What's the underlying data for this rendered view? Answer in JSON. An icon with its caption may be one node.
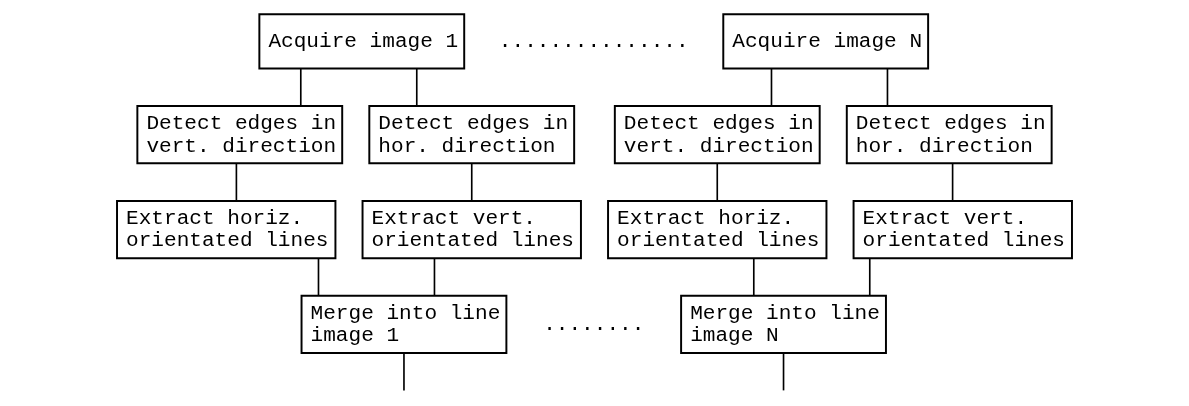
{
  "diagram": {
    "nodes": [
      {
        "text": [
          "Acquire image 1"
        ]
      },
      {
        "text": [
          "Acquire image N"
        ]
      },
      {
        "text": [
          "Detect edges in vert. direction"
        ]
      },
      {
        "text": [
          "Detect edges in hor. direction"
        ]
      },
      {
        "text": [
          "Detect edges in vert. direction"
        ]
      },
      {
        "text": [
          "Detect edges in hor. direction"
        ]
      },
      {
        "text": [
          "Extract horiz. orientated lines"
        ]
      },
      {
        "text": [
          "Extract vert. orientated lines"
        ]
      },
      {
        "text": [
          "Extract horiz. orientated lines"
        ]
      },
      {
        "text": [
          "Extract vert. orientated lines"
        ]
      },
      {
        "text": [
          "Merge into line image 1"
        ]
      },
      {
        "text": [
          "Merge into line image N"
        ]
      }
    ],
    "edges": [
      {
        "from": 0,
        "to": 2,
        "arrow": "none"
      },
      {
        "from": 0,
        "to": 3,
        "arrow": "none"
      },
      {
        "from": 1,
        "to": 4,
        "arrow": "none"
      },
      {
        "from": 1,
        "to": 5,
        "arrow": "none"
      },
      {
        "from": 2,
        "to": 6,
        "arrow": "none"
      },
      {
        "from": 3,
        "to": 7,
        "arrow": "none"
      },
      {
        "from": 4,
        "to": 8,
        "arrow": "none"
      },
      {
        "from": 5,
        "to": 9,
        "arrow": "none"
      },
      {
        "from": 6,
        "to": 10,
        "arrow": "none"
      },
      {
        "from": 7,
        "to": 10,
        "arrow": "none"
      },
      {
        "from": 8,
        "to": 11,
        "arrow": "none"
      },
      {
        "from": 9,
        "to": 11,
        "arrow": "none"
      },
      {
        "from": 10,
        "to": null,
        "arrow": "none"
      },
      {
        "from": 11,
        "to": null,
        "arrow": "none"
      }
    ],
    "labels": [
      "...............",
      "........"
    ]
  }
}
